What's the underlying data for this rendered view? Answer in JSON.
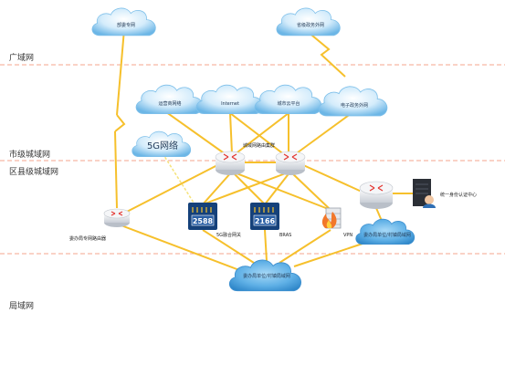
{
  "zones": {
    "wan": "广域网",
    "city_man": "市级城域网",
    "district_man": "区县级城域网",
    "lan": "局域网"
  },
  "clouds": {
    "ministry": "部委专网",
    "provincial_egov": "省级政务外网",
    "carrier": "运营商网络",
    "internet": "Internet",
    "city_cloud": "城市云平台",
    "egov_extranet": "电子政务外网",
    "fiveg": "5G网络",
    "unit_village_right": "委办局单位/村镇局域网",
    "unit_village_bottom": "委办局单位/村镇局域网"
  },
  "nodes": {
    "router_cluster": "城域网路由集群",
    "fiveg_gateway": "5G融合网关",
    "gateway_code": "2588",
    "bras": "BRAS",
    "bras_code": "2166",
    "vpn": "VPN",
    "dedicated_router": "委办局专网路由器",
    "identity_center": "统一身份认证中心"
  },
  "colors": {
    "link": "#f6c02c",
    "zone_divider": "#f4a58c",
    "cloud_light": "#e7f4fc",
    "cloud_dark": "#4a9ed6",
    "device_blue": "#15417a"
  }
}
